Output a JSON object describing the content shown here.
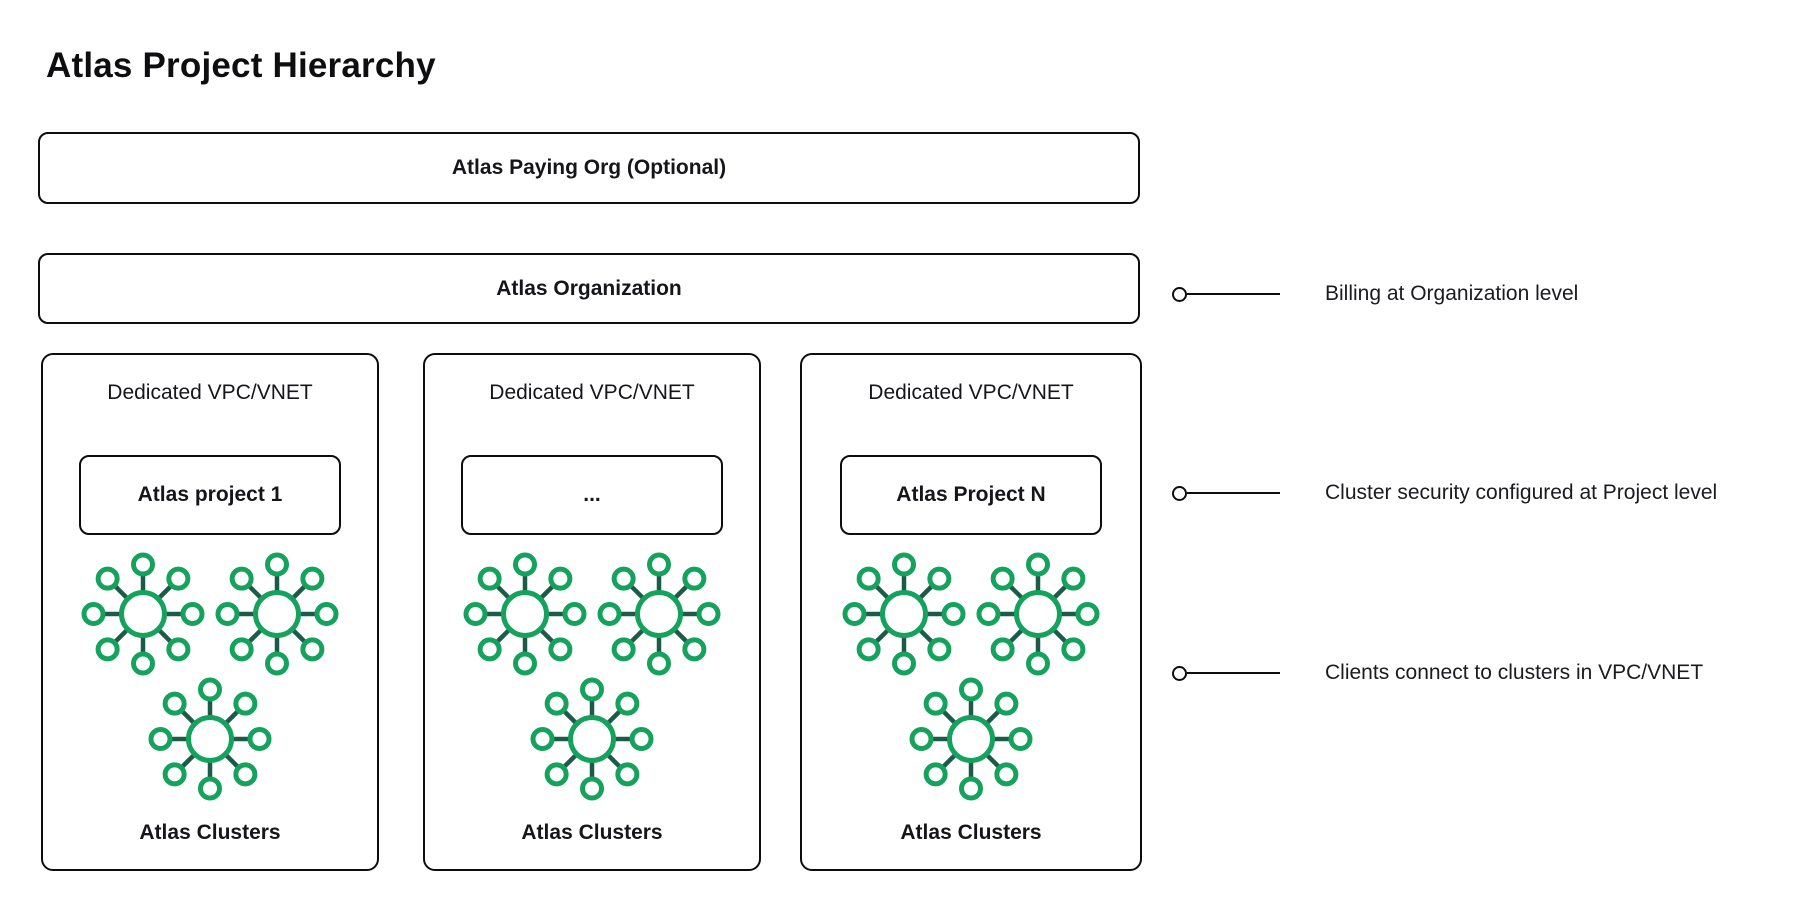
{
  "title": "Atlas Project Hierarchy",
  "hierarchy": {
    "paying_org_label": "Atlas Paying Org (Optional)",
    "organization_label": "Atlas Organization"
  },
  "vpc_boxes": [
    {
      "header": "Dedicated VPC/VNET",
      "project_label": "Atlas project 1",
      "clusters_label": "Atlas Clusters"
    },
    {
      "header": "Dedicated VPC/VNET",
      "project_label": "...",
      "clusters_label": "Atlas Clusters"
    },
    {
      "header": "Dedicated VPC/VNET",
      "project_label": "Atlas Project N",
      "clusters_label": "Atlas Clusters"
    }
  ],
  "callouts": [
    {
      "text": "Billing at Organization level"
    },
    {
      "text": "Cluster security configured at Project level"
    },
    {
      "text": "Clients connect to clusters in VPC/VNET"
    }
  ],
  "icons": {
    "cluster_icon": "cluster-network-icon",
    "connector_dot": "connector-dot-icon"
  },
  "colors": {
    "icon_circle_green": "#14A25C",
    "icon_spoke_green": "#1C5B47",
    "line_black": "#0d0d0d",
    "text_black": "#16161a",
    "background": "#ffffff"
  }
}
